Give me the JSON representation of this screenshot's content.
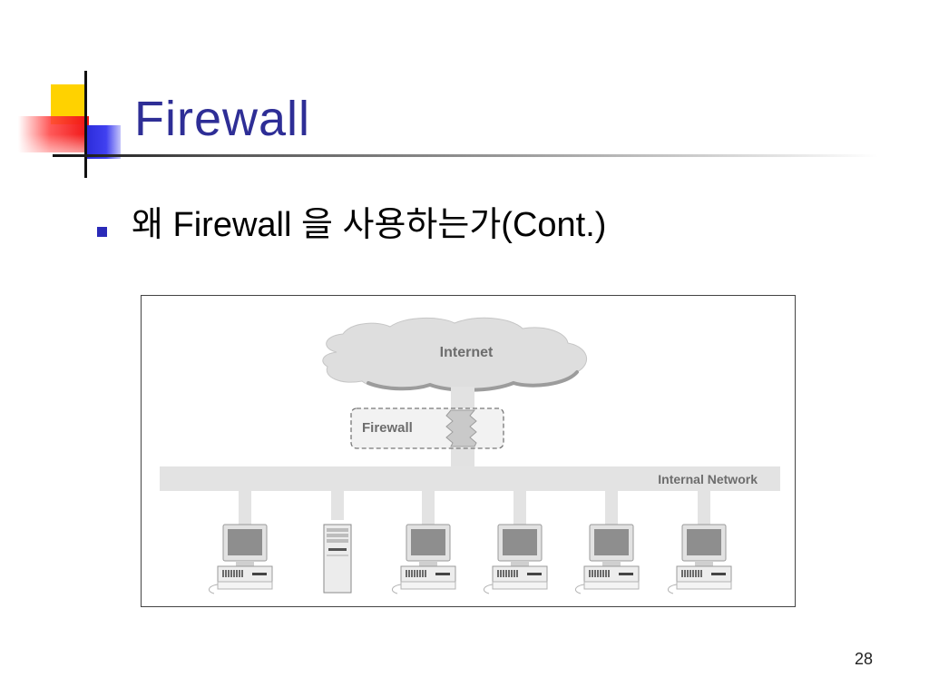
{
  "slide": {
    "title": "Firewall",
    "bullet": "왜 Firewall 을 사용하는가(Cont.)",
    "page_number": "28",
    "title_color": "#2e2e96",
    "bullet_color": "#2a2ab8"
  },
  "diagram": {
    "internet_label": "Internet",
    "firewall_label": "Firewall",
    "network_label": "Internal Network",
    "devices": [
      "workstation",
      "server",
      "workstation",
      "workstation",
      "workstation",
      "workstation"
    ]
  }
}
